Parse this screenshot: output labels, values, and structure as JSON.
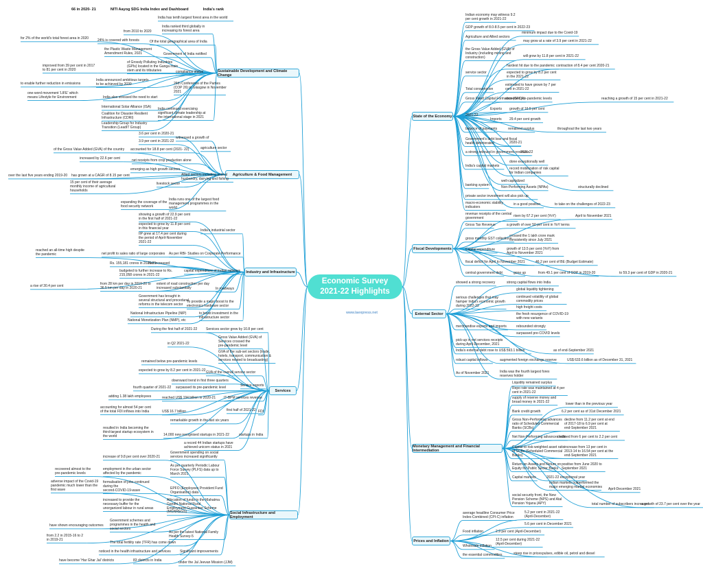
{
  "header": {
    "rank": "66 in 2020- 21",
    "title": "NITI Aayog SDG India Index and Dashboard",
    "rank_label": "India's rank"
  },
  "center": {
    "title": "Economic Survey\n2021-22 Highlights",
    "link": "www.laexpress.net"
  },
  "branches": [
    {
      "label": "Sustainable Development and Climate Change"
    },
    {
      "label": "Agriculture & Food Management"
    },
    {
      "label": "Industry and Infrastructure"
    },
    {
      "label": "Services"
    },
    {
      "label": "Social Infrastructure and Employment"
    },
    {
      "label": "State of the Economy"
    },
    {
      "label": "Fiscal Developments"
    },
    {
      "label": "External Sector"
    },
    {
      "label": "Monetary Management and Financial Intermediation"
    },
    {
      "label": "Prices and Inflation"
    }
  ],
  "nodes": [
    "India has tenth largest forest area in the world",
    "India ranked third globally in\nincreasing its forest area",
    "from 2010 to 2020",
    "for 2% of the world's total forest area in 2020",
    "24% is covered with forests",
    "Of the total geographical area of India",
    "the Plastic Waste Management\nAmendment Rules, 2021",
    "Government of India notified",
    "improved from 39 per cent in 2017\nto 81 per cent in 2020",
    "of Grossly Polluting Industries\n(GPIs) located in the Ganga main\nstem and its tributaries",
    "compliance status",
    "to enable further reduction in emissions",
    "India announced ambitious targets\nto be achieved by 2030",
    "one-word movement 'LIFE' which\nmeans Lifestyle for Environment",
    "India also stressed the need to start",
    "26th Conference of the Parties\n(COP 26) in Glasgow in November\n2021",
    "International Solar Alliance (ISA)",
    "Coalition for Disaster Resilient\nInfrastructure (CDRI)",
    "Leadership Group for Industry\nTransition (LeadIT Group)",
    "India continued exercising\nsignificant climate leadership at\nthe international stage in 2021",
    "3.6 per cent in 2020-21",
    "3.9 per cent in 2021-22",
    "witnessed a growth of",
    "of the Gross Value Added (GVA) of the country",
    "accounted for 18.8 per cent (2021- 22)",
    "agriculture sector",
    "increased by 22.6 per cent",
    "net receipts from crop production alone",
    "emerging as high growth sectors",
    "over the last five years ending 2019-20",
    "has grown at a CAGR of 8.15 per cent",
    "livestock sector",
    "15 per cent of their average\nmonthly income of agricultural\nhouseholds",
    "Allied sectors including animal\nhusbandry, dairying and fishing",
    "expanding the coverage of the\nfood security network",
    "India runs one of the largest food\nmanagement programmes in the\nworld",
    "showing a growth of 22.9 per cent\nin the first half of 2021-22",
    "expected to grow by 11.8 per cent\nin this financial year",
    "India's industrial sector",
    "IIP grew at 17.4 per cent during\nthe period of April-November\n2021-22",
    "reached an all-time high despite\nthe pandemic",
    "net profit to sales ratio of large corporates",
    "As per RBI- Studies on Corporate Performance",
    "Rs. 155,181 crores in 2020-21",
    "has increased",
    "budgeted to further increase to Rs.\n215,058 crores in 2021-22",
    "capital expenditure of Indian railways",
    "a rise of 30.4 per cent",
    "from 28 km per day in 2019-20 to\n36.5 km per day in 2020-21",
    "extent of road construction per day\nincreased substantially",
    "In roadways",
    "Government has brought in\nseveral structural and procedural\nreforms in the telecom sector",
    "To provide a major boost to the\nelectronics hardware sector",
    "National Infrastructure Pipeline (NIP)",
    "National Monetization Plan (NMP), etc",
    "to boost investment in the\ninfrastructure sector",
    "During the first half of 2021-22",
    "Services sector grew by 10.8 per cent",
    "in Q2 2021-22",
    "Gross Value Added (GVA) of\nServices crossed the\npre-pandemic level",
    "remained below pre-pandemic levels",
    "GVA of the sub-set sectors (trade,\nhotels, transport, communication &\nservices related to broadcasting)",
    "expected to grow by 8.2 per cent in 2021-22",
    "GVA of the overall service sector",
    "downward trend in first three quarters",
    "fourth quarter of 2021-22",
    "surpassed its pre-pandemic level",
    "Service exports",
    "adding 1.38 lakh employees",
    "reached US$ 194 billion in 2020-21",
    "IT-BPM services revenue",
    "accounting for almost 54 per cent\nof the total FDI inflows into India",
    "US$ 16.7 billion",
    "first half of 2021-22",
    "FDI",
    "remarkable growth in the last six years",
    "resulted in India becoming the\nthird-largest startup ecosystem in\nthe world",
    "14,000 new recognised startups in 2021-22",
    "startups in India",
    "a record 44 Indian startups have\nachieved unicorn status in 2021",
    "increase of 9.8 per cent over 2020-21",
    "Government spending on social\nservices increased significantly",
    "recovered almost to the\npre-pandemic levels",
    "employment in the urban sector\naffected by the pandemic",
    "As per quarterly Periodic Labour\nForce Survey (PLFS) data up to\nMarch 2021",
    "adverse impact of the Covid-19\npandemic much lower than the\nfirst wave",
    "formalisation of jobs continued\nduring the\nsecond-COVID-19-wave",
    "EPFO (Employees Provident Fund\nOrganisation) data",
    "increased to provide the\nnecessary buffer for the\nunorganized labour in rural areas",
    "Allocation of funds to the Mahatma\nGandhi National Rural\nEmployment Guarantee Scheme\n(MGNREGS)",
    "have shown encouraging outcomes",
    "Government schemes and\nprogrammes in the health and\nsocial sectors",
    "from 2.2 in 2015-16 to 2\nin 2019-21",
    "The total fertility rate (TFR) has come down",
    "As per the latest National Family\nHealth Survey-5",
    "noticed in the health infrastructure and services",
    "Significant improvements",
    "have become 'Har Ghar Jal' districts",
    "83 districts in India",
    "under the Jal Jeevan Mission (JJM)",
    "Indian economy may witness 9.2\nper cent growth in 2021-22",
    "GDP growth of 8.0-8.5 per cent in 2022-23",
    "minimum impact due to the Covid-19",
    "Agriculture and Allied sectors",
    "may grow at a rate of 3.9 per cent in 2021-22",
    "the Gross Value Added (GVA) of\nIndustry (including mining and\nconstruction)",
    "will grow by 11.8 per cent in 2021-22",
    "hardest hit due to the pandemic",
    "contraction of 8.4 per cent 2020-21",
    "service sector",
    "expected to grow by 8.2 per cent\nin the 2021-22",
    "Total consumption",
    "estimated to have grown by 7 per\ncent in 2021-22",
    "Gross Fixed Capital Formation (GFCF)",
    "exceeded pre-pandemic levels",
    "reaching a growth of 15 per cent in 2021-22",
    "Exports",
    "growth of 16.5 per cent",
    "2021-22",
    "Imports",
    "29.4 per cent growth",
    "balance of payments",
    "remained surplus",
    "throughout the last two years",
    "Government's debt lose and fiscal\nhealth deteriorated",
    "2020-21",
    "a strong rebound in government revenues",
    "2021-22",
    "India's capital markets",
    "done exceptionally well",
    "record mobilization of risk capital\nfor Indian companies",
    "banking system",
    "well-capitalized",
    "Non-Performing Assets (NPAs)",
    "structurally declined",
    "private sector investment will also pick up",
    "macro-economic stability\nindicators",
    "in a good position",
    "to take on the challenges of 2022-23",
    "revenue receipts of the central\ngovernment",
    "risen by 67.2 per cent (YoY)",
    "April to November 2021",
    "Gross Tax Revenue",
    "a growth of over 50 per cent in YoY terms",
    "gross monthly GST collections",
    "crossed the 1 lakh crore mark\nconsistently since July 2021",
    "Capital expenditure",
    "growth of 13.5 per cent (YoY) from\nApril to November 2021",
    "fiscal deficit for April to November 2021",
    "46.2 per cent of BE (Budget Estimate)",
    "central government debt",
    "gone up",
    "from 49.1 per cent of GDP in 2019-20",
    "to 59.3 per cent of GDP in 2020-21",
    "showed a strong recovery",
    "strong capital flows into India",
    "serious challenges that may\nhamper India's economic growth\nduring 2022-23",
    "global liquidity tightening",
    "continued volatility of global\ncommodity prices",
    "high freight costs",
    "the fresh resurgence of COVID-19\nwith new variants",
    "merchandise exports and imports",
    "rebounded strongly",
    "surpassed pre-COVID levels",
    "pick-up in net services receipts\nduring April-December, 2021",
    "India's external debt rose to US$ 593.1 billion",
    "as of end-September 2021",
    "robust capital inflows",
    "augmented foreign exchange reserve",
    "US$ 633.6 billion as of December 31, 2021",
    "As of November 2021",
    "India was the fourth largest forex\nreserves holder",
    "Liquidity remained surplus",
    "Repo rate was maintained at 4 per\ncent in 2021-22",
    "supply of reserve money and\nbroad money in 2021-22",
    "lower than in the previous year",
    "Bank credit growth",
    "6.2 per cent as of 31st December 2021",
    "Gross Non-Performing advances\nratio of Scheduled Commercial\nBanks (SCBs)",
    "decline from 11.2 per cent at end\nof 2017-18 to 6.9 per cent at\nend-September 2021",
    "Net Non-Performing advances ratio",
    "declined from 6 per cent to 2.2 per cent",
    "Capital to risk-weighted asset ratio\nof SCBs (Scheduled Commercial\nBanks)",
    "increase from 13 per cent in\n2013-14 to 16.54 per cent at the\nend-September 2021",
    "Return on Assets and Return on\nEquity for Public Sector Banks",
    "positive from June 2020 to\nSeptember 2021",
    "Capital markets",
    "2021-22 exceptional year",
    "Indian markets outperformed the\nmajor emerging market economies",
    "April-December 2021",
    "social security front, the New\nPension Scheme (NPS) and Atal\nPension Yojana (APY)",
    "total number of subscribers increased",
    "a growth of 23.7 per cent over the year",
    "average headline Consumer Price\nIndex-Combined (CPI-C) inflation",
    "5.2 per cent in 2021-22\n(April-December)",
    "5.6 per cent in December 2021",
    "Food inflation",
    "2.9 per cent (April-December)",
    "Wholesale inflation",
    "12.5 per cent during 2021-22\n(April-December)",
    "the essential commodities",
    "steep rise in prices",
    "pulses, edible oil, petrol and diesel"
  ]
}
